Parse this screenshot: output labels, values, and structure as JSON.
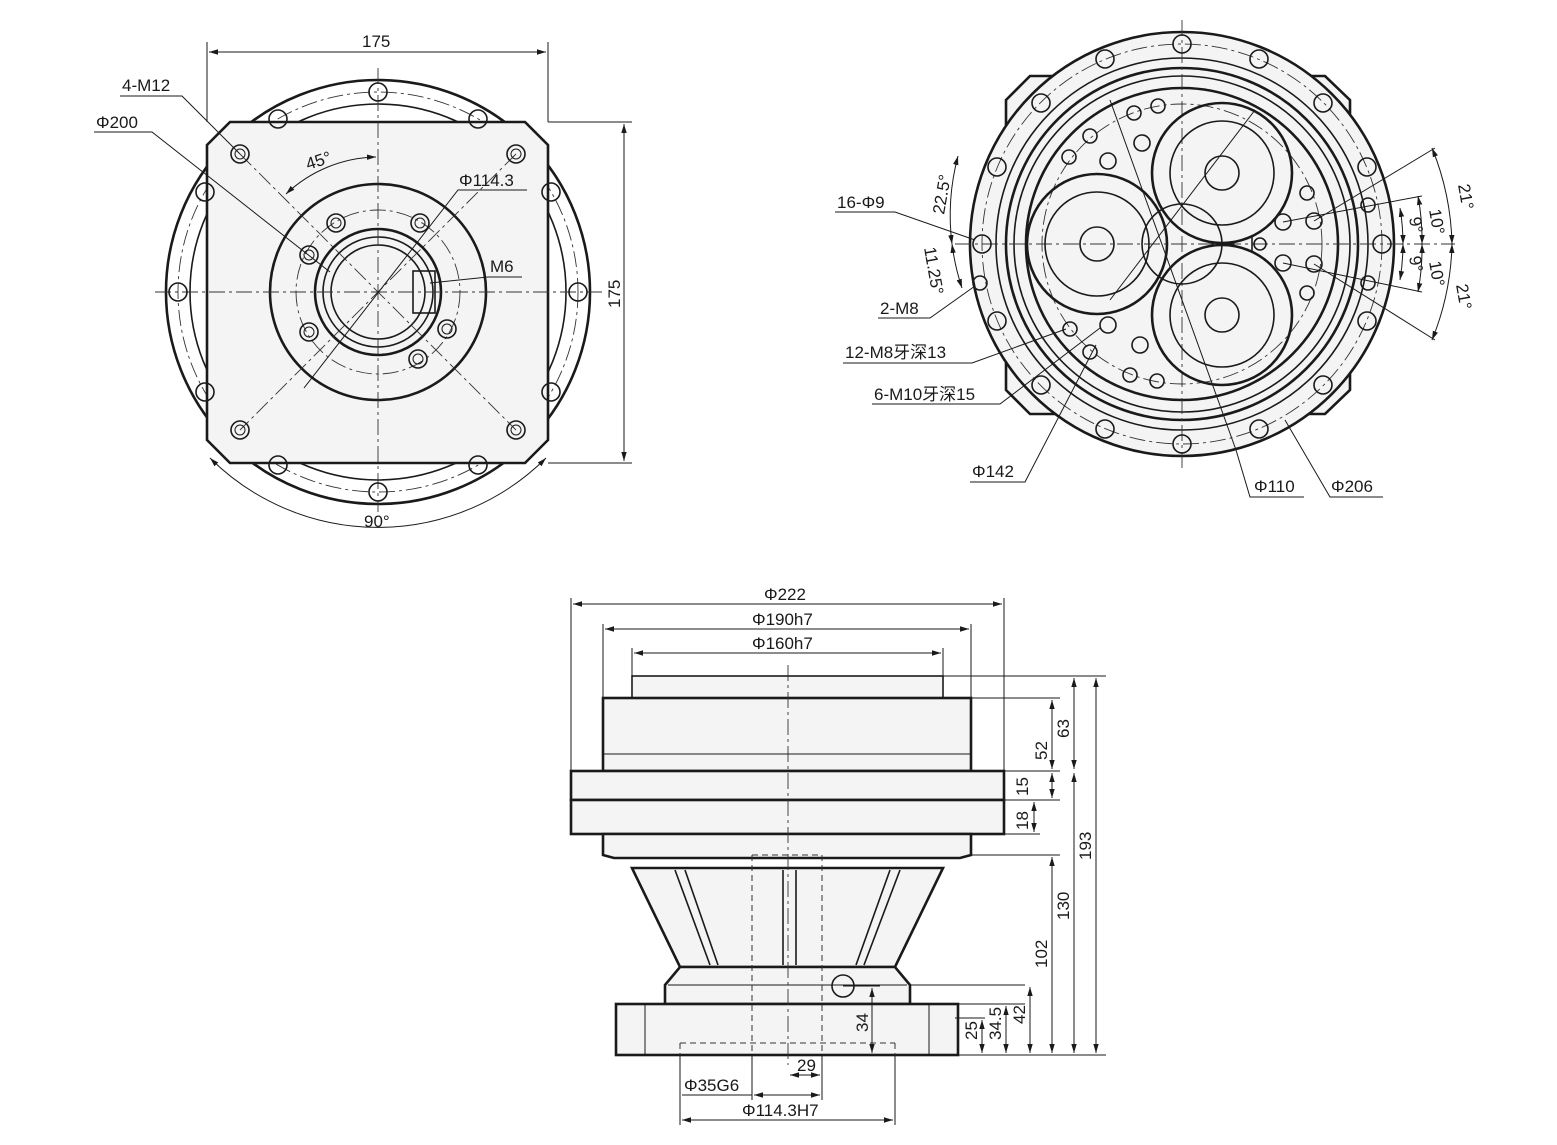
{
  "front_view": {
    "width_label": "175",
    "height_label": "175",
    "thread_label": "4-M12",
    "dia_outer_label": "Φ200",
    "dia_center_label": "Φ114.3",
    "m6_label": "M6",
    "angle_45_label": "45°",
    "angle_90_label": "90°"
  },
  "rear_view": {
    "holes_label": "16-Φ9",
    "m8_label": "2-M8",
    "m8_tap_label": "12-M8牙深13",
    "m10_tap_label": "6-M10牙深15",
    "dia_142_label": "Φ142",
    "dia_110_label": "Φ110",
    "dia_206_label": "Φ206",
    "angle_22_5_label": "22.5°",
    "angle_11_25_label": "11.25°",
    "angle_21_top_label": "21°",
    "angle_21_bottom_label": "21°",
    "angle_10_top_label": "10°",
    "angle_10_bottom_label": "10°",
    "angle_9_top_label": "9°",
    "angle_9_bottom_label": "9°"
  },
  "side_view": {
    "dia_222_label": "Φ222",
    "dia_190_label": "Φ190h7",
    "dia_160_label": "Φ160h7",
    "dia_35_label": "Φ35G6",
    "dia_114_label": "Φ114.3H7",
    "dim_29_label": "29",
    "dim_34_label": "34",
    "dim_25_label": "25",
    "dim_34_5_label": "34.5",
    "dim_42_label": "42",
    "dim_102_label": "102",
    "dim_130_label": "130",
    "dim_193_label": "193",
    "dim_52_label": "52",
    "dim_63_label": "63",
    "dim_15_label": "15",
    "dim_18_label": "18"
  }
}
